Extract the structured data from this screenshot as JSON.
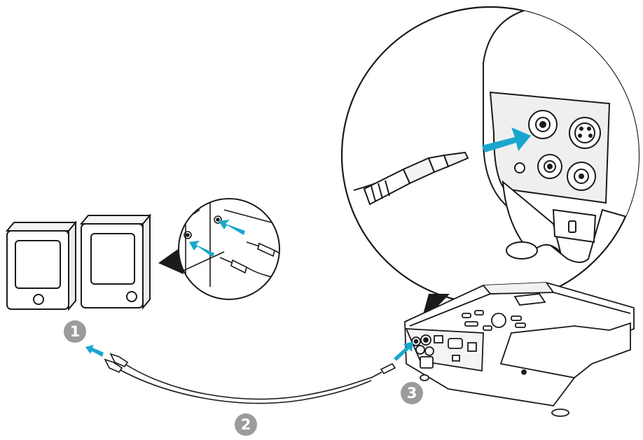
{
  "steps": [
    "1",
    "2",
    "3"
  ],
  "colors": {
    "arrow": "#1aa6cc",
    "outline": "#1a1a1a",
    "badge": "#9b9b9b",
    "fill": "#ffffff",
    "shade": "#efefef"
  },
  "icons": [
    "speaker-icon",
    "stereo-mini-plug-icon",
    "projector-icon",
    "audio-out-port-icon",
    "insert-arrow-icon"
  ]
}
